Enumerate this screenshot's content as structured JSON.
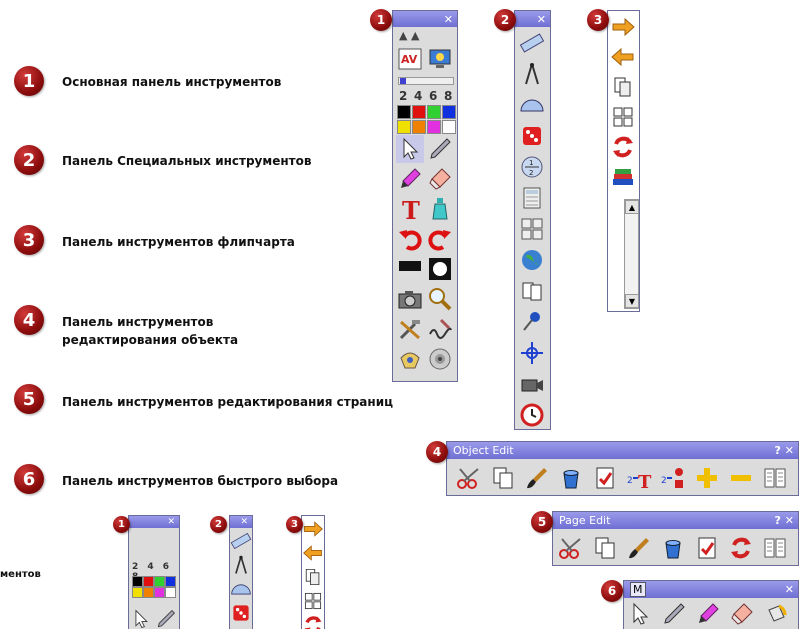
{
  "legend": [
    {
      "num": "1",
      "text": "Основная панель инструментов"
    },
    {
      "num": "2",
      "text": "Панель Специальных инструментов"
    },
    {
      "num": "3",
      "text": "Панель инструментов флипчарта"
    },
    {
      "num": "4",
      "text": "Панель инструментов редактирования объекта"
    },
    {
      "num": "5",
      "text": "Панель инструментов редактирования страниц"
    },
    {
      "num": "6",
      "text": "Панель инструментов быстрого выбора"
    }
  ],
  "cut_text": "ментов",
  "panels": {
    "main": {
      "num": "1",
      "close": "✕",
      "digits": [
        "2",
        "4",
        "6",
        "8"
      ],
      "colors": [
        "#000000",
        "#e01010",
        "#30d030",
        "#1030e0",
        "#f0e000",
        "#f08000",
        "#e030e0",
        "#ffffff"
      ]
    },
    "special": {
      "num": "2",
      "close": "✕"
    },
    "flipchart": {
      "num": "3"
    },
    "object_edit": {
      "num": "4",
      "title": "Object Edit",
      "help": "?",
      "close": "✕"
    },
    "page_edit": {
      "num": "5",
      "title": "Page Edit",
      "help": "?",
      "close": "✕"
    },
    "quick": {
      "num": "6",
      "title": "M",
      "close": "✕"
    }
  },
  "icons": {
    "main_tools": [
      "av-text-icon",
      "monitor-icon",
      "select-arrow-icon",
      "pen-icon",
      "highlighter-icon",
      "eraser-icon",
      "text-tool-icon",
      "fill-bottle-icon",
      "undo-icon",
      "redo-icon",
      "reveal-screen-icon",
      "spotlight-icon",
      "camera-icon",
      "magnifier-icon",
      "tools-icon",
      "handwriting-icon",
      "desktop-annotate-icon",
      "sound-icon"
    ],
    "special_tools": [
      "ruler-icon",
      "compass-icon",
      "protractor-icon",
      "dice-icon",
      "fraction-icon",
      "calculator-icon",
      "tiles-icon",
      "globe-icon",
      "flipchart-pages-icon",
      "pin-icon",
      "crosshair-icon",
      "video-camera-icon",
      "clock-icon"
    ],
    "flip_tools": [
      "forward-arrow-icon",
      "back-arrow-icon",
      "pages-icon",
      "split-pages-icon",
      "refresh-icon",
      "books-icon"
    ],
    "object_edit_tools": [
      "scissors-icon",
      "copy-icon",
      "brush-icon",
      "bucket-icon",
      "checklist-icon",
      "text-convert-icon",
      "shape-convert-icon",
      "plus-icon",
      "minus-icon",
      "list-icon"
    ],
    "page_edit_tools": [
      "scissors-icon",
      "copy-icon",
      "brush-icon",
      "bucket-icon",
      "checklist-icon",
      "refresh-icon",
      "list-icon"
    ],
    "quick_tools": [
      "select-arrow-icon",
      "pen-icon",
      "highlighter-icon",
      "eraser-icon",
      "fill-bucket-icon"
    ]
  }
}
